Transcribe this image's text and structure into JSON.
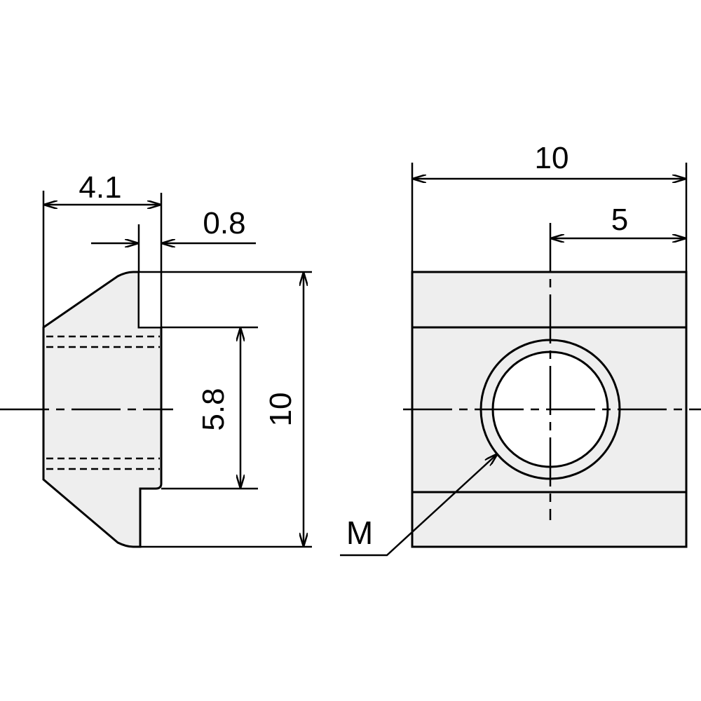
{
  "colors": {
    "fill": "#eeeeee",
    "line": "#000000"
  },
  "side_view": {
    "dim_width": "4.1",
    "dim_step": "0.8",
    "dim_slot": "5.8",
    "dim_height": "10"
  },
  "front_view": {
    "dim_width": "10",
    "dim_center": "5",
    "thread_label": "M"
  }
}
